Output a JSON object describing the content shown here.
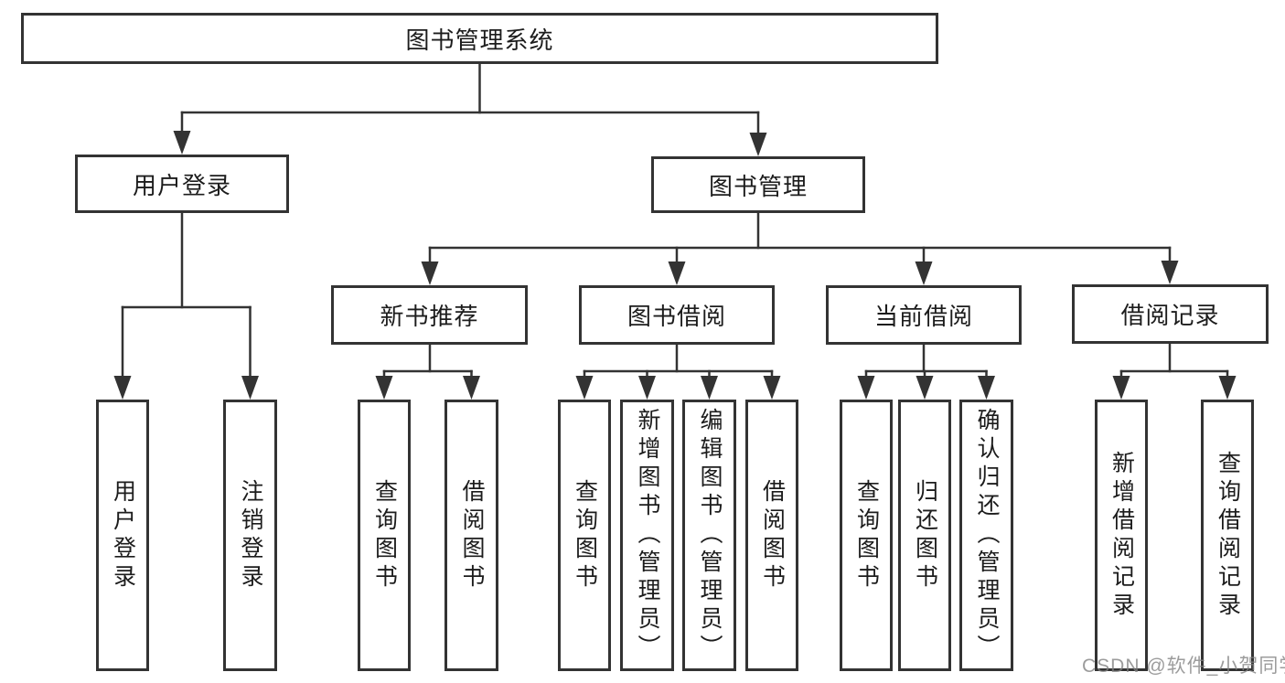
{
  "diagram": {
    "root": {
      "label": "图书管理系统"
    },
    "level2": [
      {
        "id": "user-login",
        "label": "用户登录"
      },
      {
        "id": "book-management",
        "label": "图书管理"
      }
    ],
    "level3": [
      {
        "id": "new-book-recommend",
        "label": "新书推荐"
      },
      {
        "id": "book-borrow",
        "label": "图书借阅"
      },
      {
        "id": "current-borrow",
        "label": "当前借阅"
      },
      {
        "id": "borrow-records",
        "label": "借阅记录"
      }
    ],
    "leaves": [
      {
        "id": "user-login-leaf",
        "label": "用户登录"
      },
      {
        "id": "logout",
        "label": "注销登录"
      },
      {
        "id": "query-books-1",
        "label": "查询图书"
      },
      {
        "id": "borrow-books-1",
        "label": "借阅图书"
      },
      {
        "id": "query-books-2",
        "label": "查询图书"
      },
      {
        "id": "add-books-admin",
        "label": "新增图书（管理员）"
      },
      {
        "id": "edit-books-admin",
        "label": "编辑图书（管理员）"
      },
      {
        "id": "borrow-books-2",
        "label": "借阅图书"
      },
      {
        "id": "query-books-3",
        "label": "查询图书"
      },
      {
        "id": "return-books",
        "label": "归还图书"
      },
      {
        "id": "confirm-return-admin",
        "label": "确认归还（管理员）"
      },
      {
        "id": "add-borrow-record",
        "label": "新增借阅记录"
      },
      {
        "id": "query-borrow-record",
        "label": "查询借阅记录"
      }
    ]
  },
  "watermark": {
    "text": "CSDN @软件_小贺同学"
  },
  "colors": {
    "line": "#333333",
    "border": "#333333",
    "text": "#1c1c1c",
    "background": "#ffffff",
    "watermark_gray": "#808080"
  }
}
